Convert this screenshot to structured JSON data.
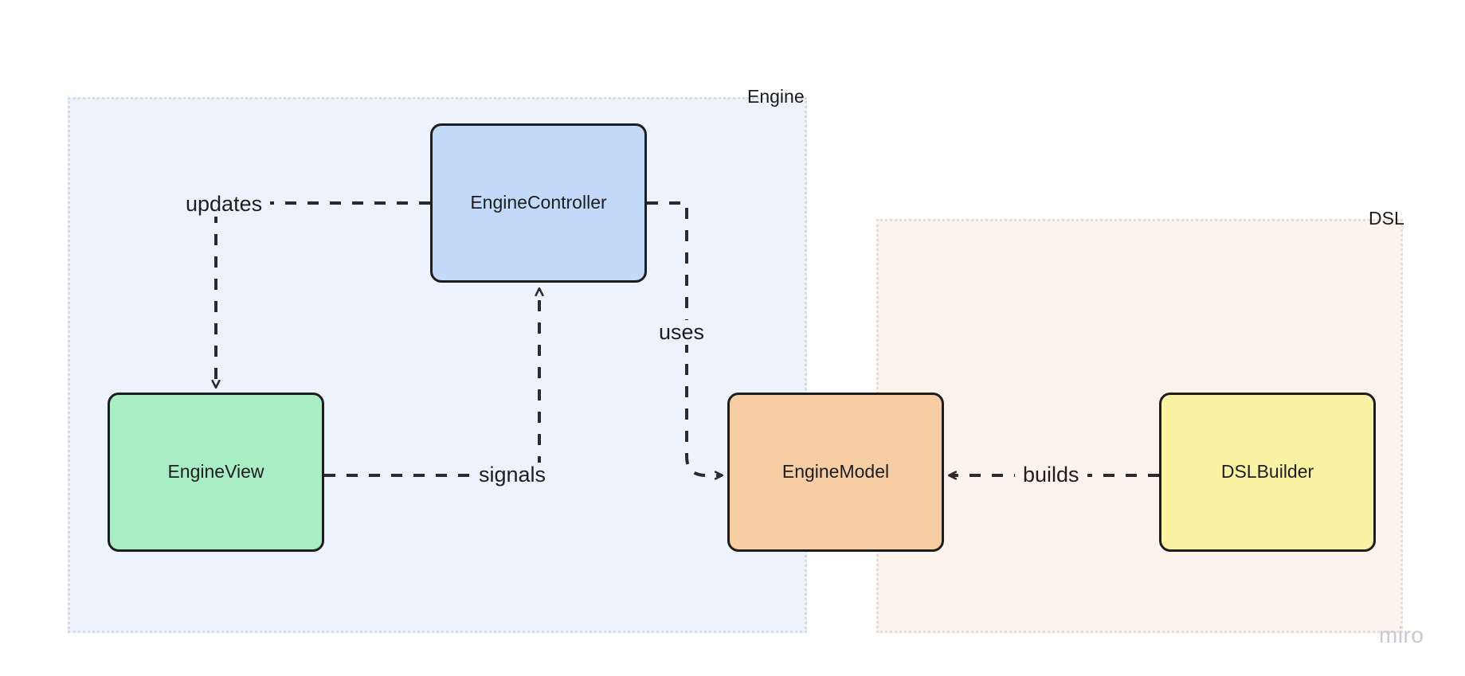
{
  "diagram": {
    "title": "Engine / DSL architecture diagram",
    "type": "component-diagram",
    "watermark": "miro",
    "colors": {
      "engine_group_bg": "#ecf3fc",
      "engine_group_border": "#d6dbe6",
      "dsl_group_bg": "#fcf3ec",
      "dsl_group_border": "#e6ded6",
      "engine_controller_fill": "#c3d9f9",
      "engine_view_fill": "#a9edc4",
      "engine_model_fill": "#f7cea4",
      "dsl_builder_fill": "#fbf3a4",
      "stroke": "#1d1d1d",
      "watermark_color": "#c9c9d6",
      "canvas_bg": "#ffffff"
    },
    "groups": [
      {
        "id": "engine",
        "label": "Engine"
      },
      {
        "id": "dsl",
        "label": "DSL"
      }
    ],
    "nodes": [
      {
        "id": "engine-controller",
        "label": "EngineController",
        "group": "engine"
      },
      {
        "id": "engine-view",
        "label": "EngineView",
        "group": "engine"
      },
      {
        "id": "engine-model",
        "label": "EngineModel",
        "group": "engine"
      },
      {
        "id": "dsl-builder",
        "label": "DSLBuilder",
        "group": "dsl"
      }
    ],
    "edges": [
      {
        "id": "updates",
        "label": "updates",
        "from": "engine-controller",
        "to": "engine-view",
        "style": "dashed",
        "arrow": "to"
      },
      {
        "id": "signals",
        "label": "signals",
        "from": "engine-view",
        "to": "engine-controller",
        "style": "dashed",
        "arrow": "to"
      },
      {
        "id": "uses",
        "label": "uses",
        "from": "engine-controller",
        "to": "engine-model",
        "style": "dashed",
        "arrow": "to"
      },
      {
        "id": "builds",
        "label": "builds",
        "from": "dsl-builder",
        "to": "engine-model",
        "style": "dashed",
        "arrow": "to"
      }
    ]
  }
}
